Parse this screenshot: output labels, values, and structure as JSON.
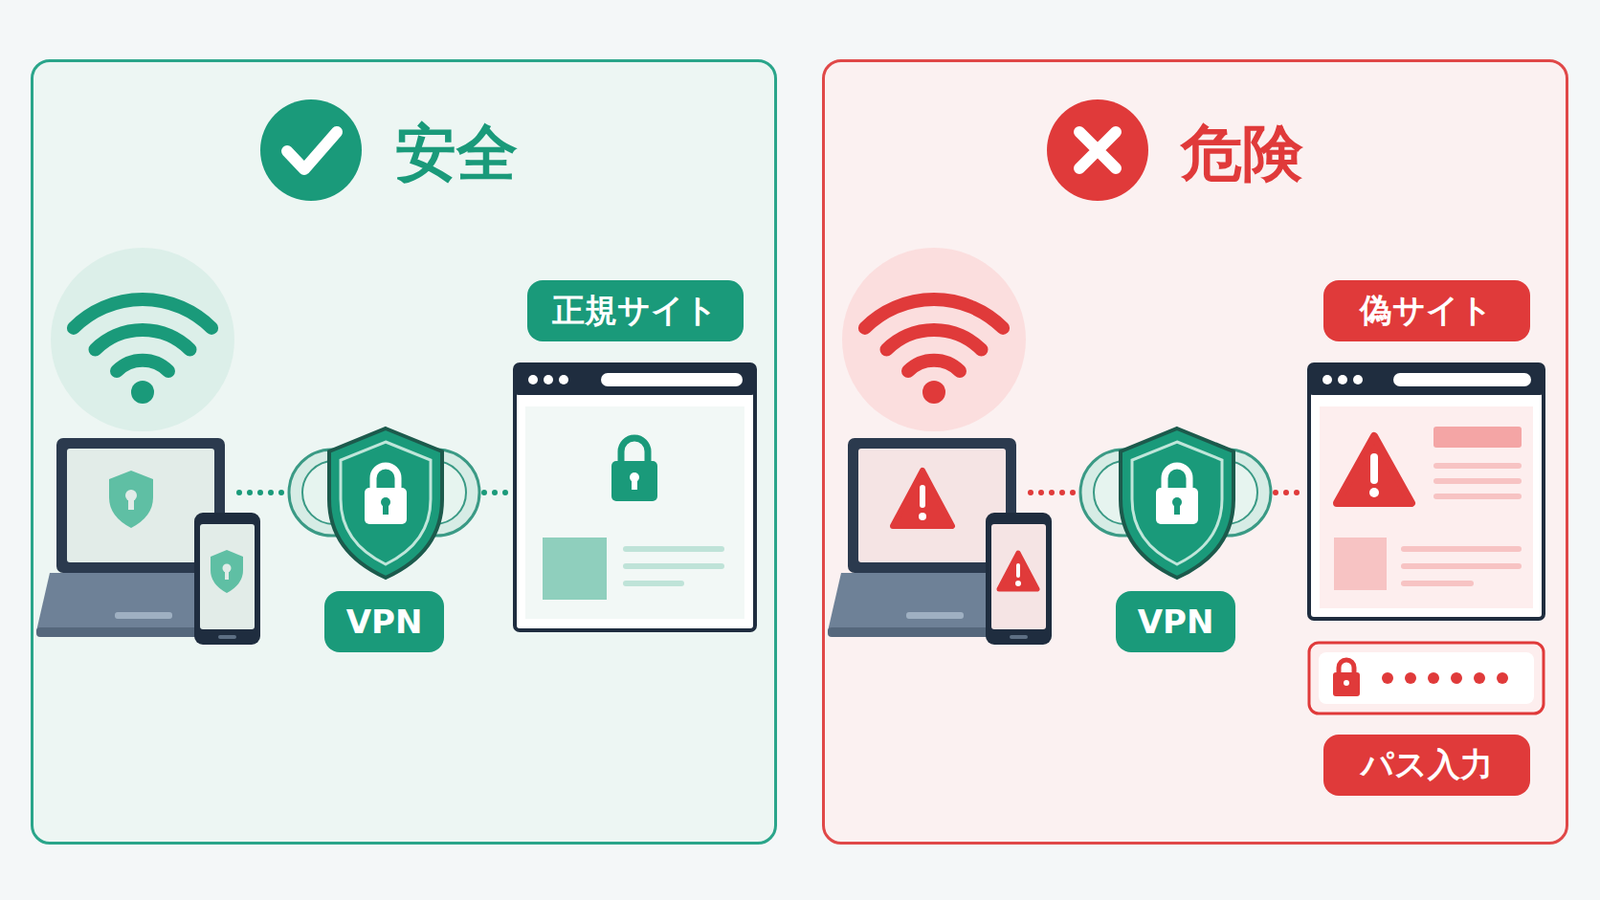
{
  "diagram": {
    "nodes": [
      {
        "text": [
          "安全"
        ]
      },
      {
        "text": [
          "VPN"
        ],
        "in": 0
      },
      {
        "text": [
          "正規サイト"
        ],
        "in": 0
      },
      {
        "text": [
          "危険"
        ]
      },
      {
        "text": [
          "VPN"
        ],
        "in": 3
      },
      {
        "text": [
          "偽サイト"
        ],
        "in": 3
      },
      {
        "text": [
          "パス入力"
        ],
        "in": 3
      }
    ],
    "edges": [
      {
        "from": 1,
        "to": 2,
        "arrow": "none"
      },
      {
        "from": 4,
        "to": 5,
        "arrow": "none"
      }
    ]
  }
}
